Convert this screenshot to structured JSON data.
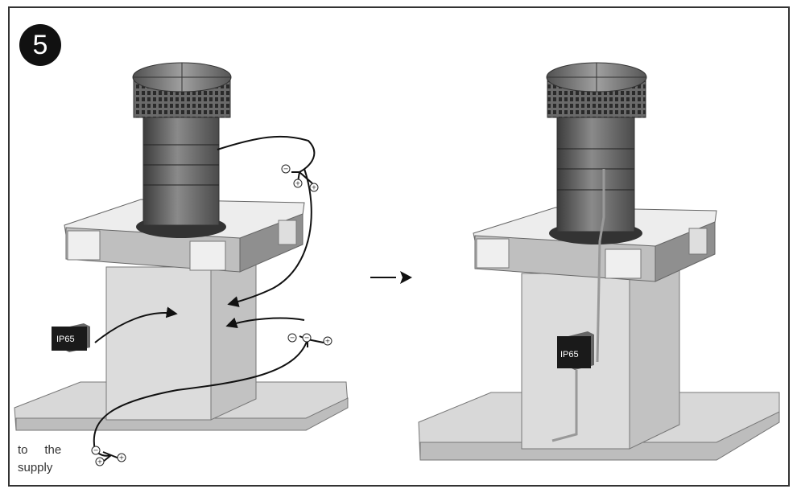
{
  "step_number": "5",
  "ip_label": "IP65",
  "connector_symbols": {
    "minus": "−",
    "plus": "+"
  },
  "supply_label": {
    "line1": "to     the",
    "line2": "supply"
  },
  "transition_arrow": "arrow-right-icon"
}
